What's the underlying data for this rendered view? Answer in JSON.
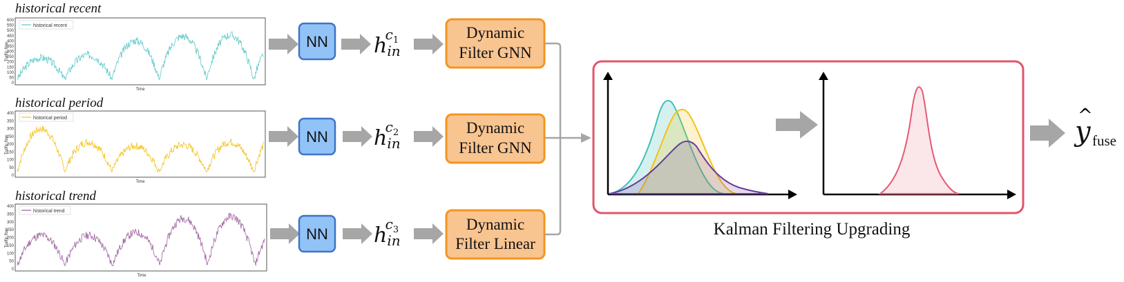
{
  "charts": [
    {
      "title": "historical recent",
      "legend": "historical recent",
      "ylabel": "Traffic flow",
      "xlabel": "Time",
      "yticks": [
        "600",
        "550",
        "500",
        "450",
        "400",
        "350",
        "300",
        "250",
        "200",
        "150",
        "100",
        "50",
        "0"
      ],
      "color": "#5bc8c8"
    },
    {
      "title": "historical period",
      "legend": "historical period",
      "ylabel": "Traffic flow",
      "xlabel": "Time",
      "yticks": [
        "400",
        "350",
        "300",
        "250",
        "200",
        "150",
        "100",
        "50",
        "0"
      ],
      "color": "#f2c21a"
    },
    {
      "title": "historical trend",
      "legend": "historical trend",
      "ylabel": "Traffic flow",
      "xlabel": "Time",
      "yticks": [
        "400",
        "350",
        "300",
        "250",
        "200",
        "150",
        "100",
        "50",
        "0"
      ],
      "color": "#9c5f9e"
    }
  ],
  "nn_label": "NN",
  "hidden": [
    {
      "base": "h",
      "sub": "in",
      "sup_base": "c",
      "sup_idx": "1"
    },
    {
      "base": "h",
      "sub": "in",
      "sup_base": "c",
      "sup_idx": "2"
    },
    {
      "base": "h",
      "sub": "in",
      "sup_base": "c",
      "sup_idx": "3"
    }
  ],
  "filters": [
    {
      "line1": "Dynamic",
      "line2": "Filter GNN"
    },
    {
      "line1": "Dynamic",
      "line2": "Filter GNN"
    },
    {
      "line1": "Dynamic",
      "line2": "Filter Linear"
    }
  ],
  "kalman_label": "Kalman Filtering Upgrading",
  "output": {
    "base": "y",
    "sub": "fuse"
  },
  "colors": {
    "nn_fill": "#92c3f7",
    "nn_stroke": "#3f73c5",
    "filter_fill": "#f8c490",
    "filter_stroke": "#f39520",
    "kalman_stroke": "#e0546a",
    "arrow": "#a6a6a6",
    "teal": "#3fbfb8",
    "yellow": "#f2c21a",
    "purple": "#6a3a9a",
    "red": "#e35a73"
  },
  "icons": [
    "arrow-right-icon",
    "chart-line-icon",
    "gaussian-curve-icon"
  ]
}
